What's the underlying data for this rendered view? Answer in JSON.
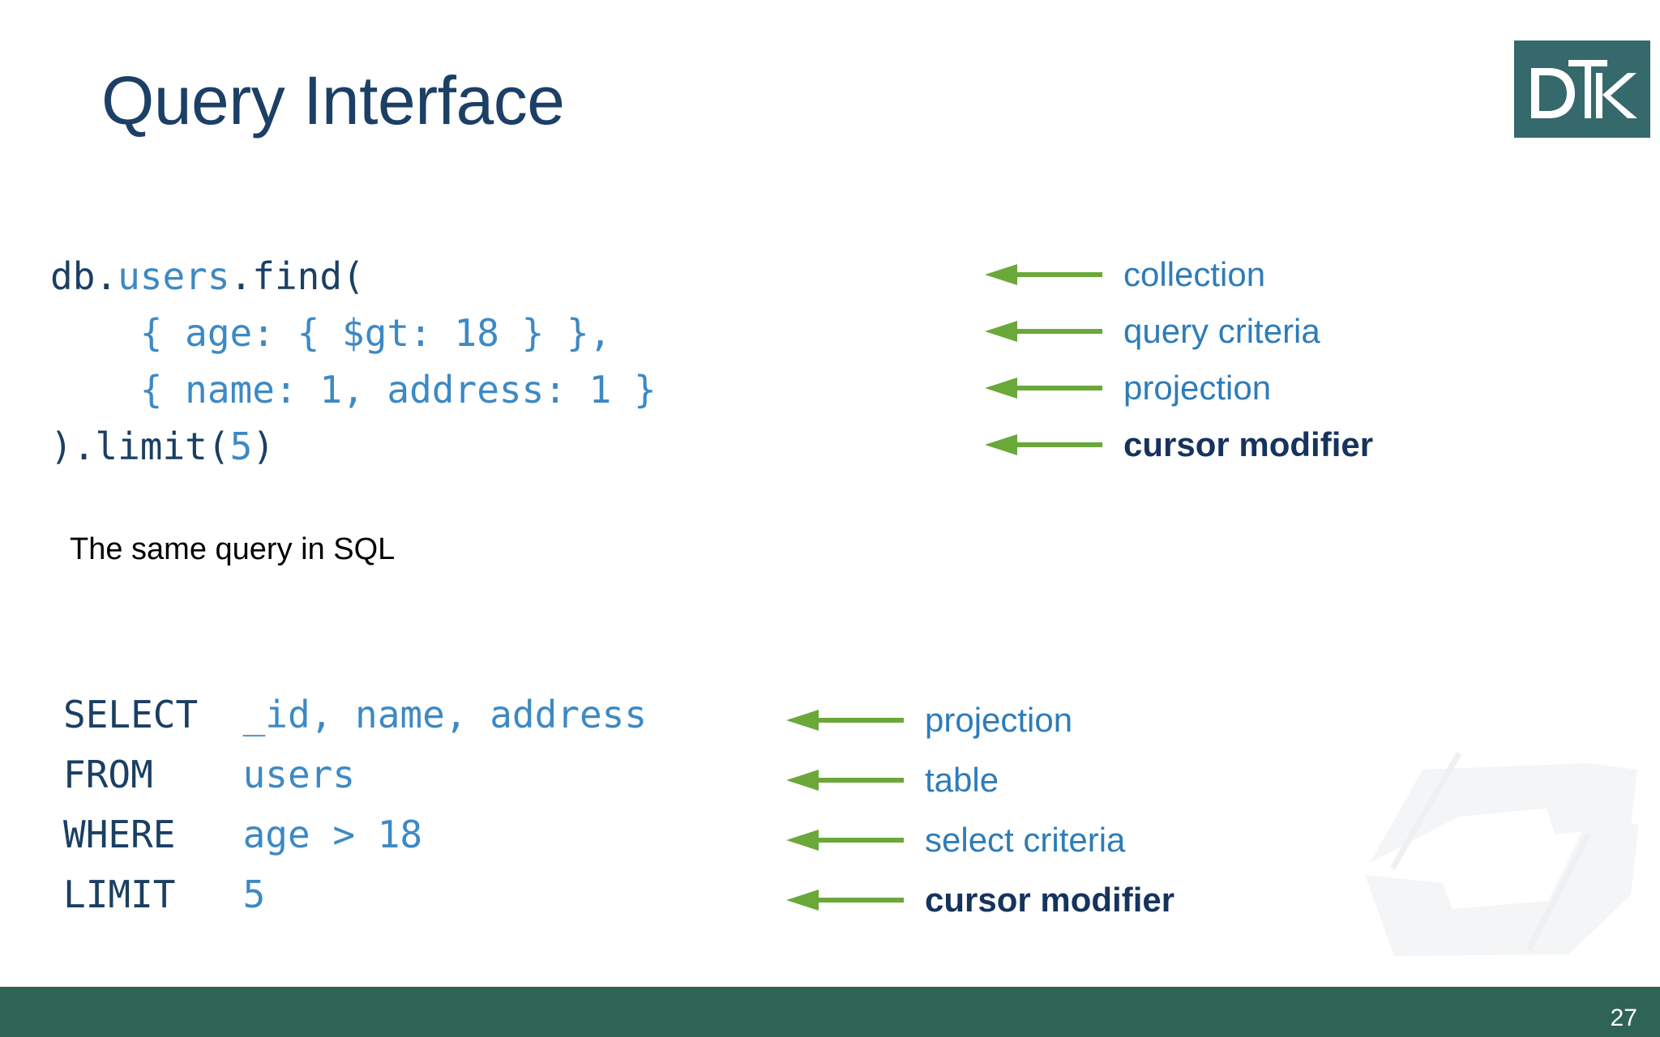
{
  "slide": {
    "title": "Query Interface",
    "page_number": "27",
    "note": "The same query in SQL",
    "colors": {
      "title": "#1c3f66",
      "code_keyword": "#1b3f63",
      "code_value": "#3d89c4",
      "arrow_green": "#6aa83a",
      "label_blue": "#2e7cb8",
      "label_dark": "#16335c",
      "logo_teal": "#35696b",
      "footer_teal": "#2d6455"
    }
  },
  "logo": {
    "letters": [
      "D",
      "T",
      "K"
    ],
    "alt": "DTK"
  },
  "mongo_code": {
    "lines": [
      [
        {
          "text": "db",
          "style": "dark"
        },
        {
          "text": ".",
          "style": "dark"
        },
        {
          "text": "users",
          "style": "blue"
        },
        {
          "text": ".",
          "style": "dark"
        },
        {
          "text": "find",
          "style": "dark"
        },
        {
          "text": "(",
          "style": "dark"
        }
      ],
      [
        {
          "text": "    { age: { $gt: 18 } },",
          "style": "blue"
        }
      ],
      [
        {
          "text": "    { name: 1, address: 1 }",
          "style": "blue"
        }
      ],
      [
        {
          "text": ").",
          "style": "dark"
        },
        {
          "text": "limit",
          "style": "dark"
        },
        {
          "text": "(",
          "style": "dark"
        },
        {
          "text": "5",
          "style": "blue"
        },
        {
          "text": ")",
          "style": "dark"
        }
      ]
    ]
  },
  "sql_code": {
    "lines": [
      [
        {
          "text": "SELECT  ",
          "style": "dark"
        },
        {
          "text": "_id, name, address",
          "style": "blue"
        }
      ],
      [
        {
          "text": "FROM    ",
          "style": "dark"
        },
        {
          "text": "users",
          "style": "blue"
        }
      ],
      [
        {
          "text": "WHERE   ",
          "style": "dark"
        },
        {
          "text": "age > 18",
          "style": "blue"
        }
      ],
      [
        {
          "text": "LIMIT   ",
          "style": "dark"
        },
        {
          "text": "5",
          "style": "blue"
        }
      ]
    ]
  },
  "mongo_annotations": [
    {
      "label": "collection",
      "emphasis": false,
      "icon": "arrow-left-icon"
    },
    {
      "label": "query criteria",
      "emphasis": false,
      "icon": "arrow-left-icon"
    },
    {
      "label": "projection",
      "emphasis": false,
      "icon": "arrow-left-icon"
    },
    {
      "label": "cursor modifier",
      "emphasis": true,
      "icon": "arrow-left-icon"
    }
  ],
  "sql_annotations": [
    {
      "label": "projection",
      "emphasis": false,
      "icon": "arrow-left-icon"
    },
    {
      "label": "table",
      "emphasis": false,
      "icon": "arrow-left-icon"
    },
    {
      "label": "select criteria",
      "emphasis": false,
      "icon": "arrow-left-icon"
    },
    {
      "label": "cursor modifier",
      "emphasis": true,
      "icon": "arrow-left-icon"
    }
  ]
}
